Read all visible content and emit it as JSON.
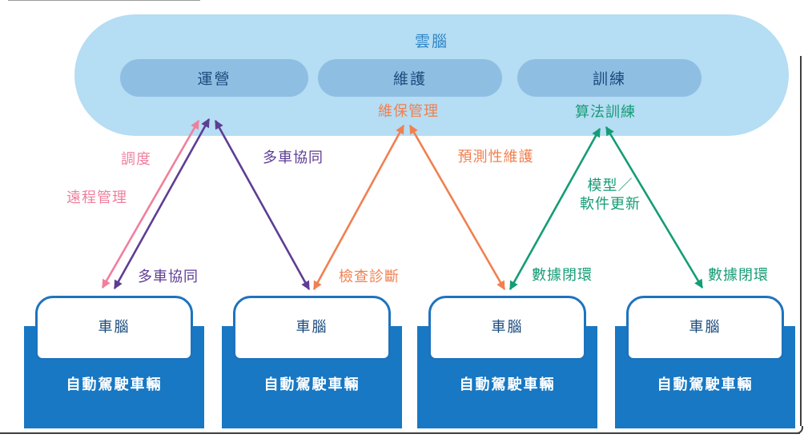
{
  "figure": {
    "cloud": {
      "title": "雲腦",
      "pills": [
        {
          "label": "運營"
        },
        {
          "label": "維護"
        },
        {
          "label": "訓練"
        }
      ],
      "annotations": {
        "maintenance_management": "維保管理",
        "algorithm_training": "算法訓練"
      }
    },
    "arrow_labels": {
      "dispatch": "調度",
      "remote_management": "遠程管理",
      "multi_vehicle_top": "多車協同",
      "multi_vehicle_bottom": "多車協同",
      "predictive_maintenance": "預測性維護",
      "inspection_diagnosis": "檢查診斷",
      "model_software_update_line1": "模型／",
      "model_software_update_line2": "軟件更新",
      "data_loop_left": "數據閉環",
      "data_loop_right": "數據閉環"
    },
    "vehicles": [
      {
        "brain_label": "車腦",
        "body_label": "自動駕駛車輛"
      },
      {
        "brain_label": "車腦",
        "body_label": "自動駕駛車輛"
      },
      {
        "brain_label": "車腦",
        "body_label": "自動駕駛車輛"
      },
      {
        "brain_label": "車腦",
        "body_label": "自動駕駛車輛"
      }
    ],
    "colors": {
      "cloud_bg": "#B5DDF3",
      "pill_bg": "#8FBEE3",
      "navy_text": "#1A4B7D",
      "cloud_title_text": "#2E86C5",
      "pink_arrow": "#F07F9D",
      "purple_arrow": "#5E3D94",
      "orange_arrow": "#F08050",
      "teal_arrow": "#159C76",
      "vehicle_bg": "#1878C3",
      "vehicle_text": "#FFFFFF",
      "frame_line": "#3F3F3F"
    }
  }
}
